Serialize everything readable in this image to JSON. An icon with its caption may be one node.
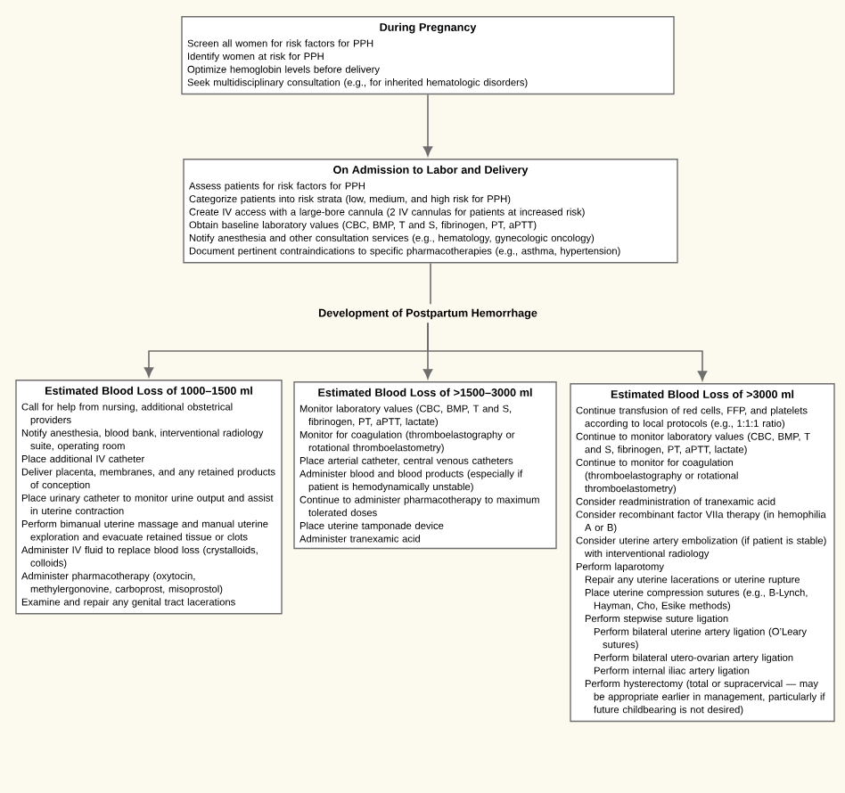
{
  "diagram": {
    "nodes": [
      {
        "text": [
          "During Pregnancy",
          "Screen all women for risk factors for PPH",
          "Identify women at risk for PPH",
          "Optimize hemoglobin levels before delivery",
          "Seek multidisciplinary consultation (e.g., for inherited hematologic disorders)"
        ]
      },
      {
        "text": [
          "On Admission to Labor and Delivery",
          "Assess patients for risk factors for PPH",
          "Categorize patients into risk strata (low, medium, and high risk for PPH)",
          "Create IV access with a large-bore cannula (2 IV cannulas for patients at increased risk)",
          "Obtain baseline laboratory values (CBC, BMP, T and S, fibrinogen, PT, aPTT)",
          "Notify anesthesia and other consultation services (e.g., hematology, gynecologic oncology)",
          "Document pertinent contraindications to specific pharmacotherapies (e.g., asthma, hypertension)"
        ]
      },
      {
        "text": [
          "Development of Postpartum Hemorrhage"
        ]
      },
      {
        "text": [
          "Estimated Blood Loss of 1000–1500 ml",
          "Call for help from nursing, additional obstetrical providers",
          "Notify anesthesia, blood bank, interventional radiology suite, operating room",
          "Place additional IV catheter",
          "Deliver placenta, membranes, and any retained products of conception",
          "Place urinary catheter to monitor urine output and assist in uterine contraction",
          "Perform bimanual uterine massage and manual uterine exploration and evacuate retained tissue or clots",
          "Administer IV fluid to replace blood loss (crystalloids, colloids)",
          "Administer pharmacotherapy (oxytocin, methylergonovine, carboprost, misoprostol)",
          "Examine and repair any genital tract lacerations"
        ]
      },
      {
        "text": [
          "Estimated Blood Loss of >1500–3000 ml",
          "Monitor laboratory values (CBC, BMP, T and S, fibrinogen, PT, aPTT, lactate)",
          "Monitor for coagulation (thromboelastography or rotational thromboelastometry)",
          "Place arterial catheter, central venous catheters",
          "Administer blood and blood products (especially if patient is hemodynamically unstable)",
          "Continue to administer pharmacotherapy to maximum tolerated doses",
          "Place uterine tamponade device",
          "Administer tranexamic acid"
        ]
      },
      {
        "text": [
          "Estimated Blood Loss of >3000 ml",
          "Continue transfusion of red cells, FFP, and platelets according to local protocols (e.g., 1:1:1 ratio)",
          "Continue to monitor laboratory values (CBC, BMP, T and S, fibrinogen, PT, aPTT, lactate)",
          "Continue to monitor for coagulation (thromboelastography or rotational thromboelastometry)",
          "Consider readministration of tranexamic acid",
          "Consider recombinant factor VIIa therapy (in hemophilia A or B)",
          "Consider uterine artery embolization (if patient is stable) with interventional radiology",
          "Perform laparotomy",
          "Repair any uterine lacerations or uterine rupture",
          "Place uterine compression sutures (e.g., B-Lynch, Hayman, Cho, Esike methods)",
          "Perform stepwise suture ligation",
          "Perform bilateral uterine artery ligation (O’Leary sutures)",
          "Perform bilateral utero-ovarian artery ligation",
          "Perform internal iliac artery ligation",
          "Perform hysterectomy (total or supracervical — may be appropriate earlier in management, particularly if future childbearing is not desired)"
        ]
      }
    ],
    "edges": [
      {
        "from": 0,
        "to": 1,
        "arrow": "to"
      },
      {
        "from": 1,
        "to": 2,
        "arrow": "none"
      },
      {
        "from": 2,
        "to": 3,
        "arrow": "to"
      },
      {
        "from": 2,
        "to": 4,
        "arrow": "to"
      },
      {
        "from": 2,
        "to": 5,
        "arrow": "to"
      }
    ]
  }
}
